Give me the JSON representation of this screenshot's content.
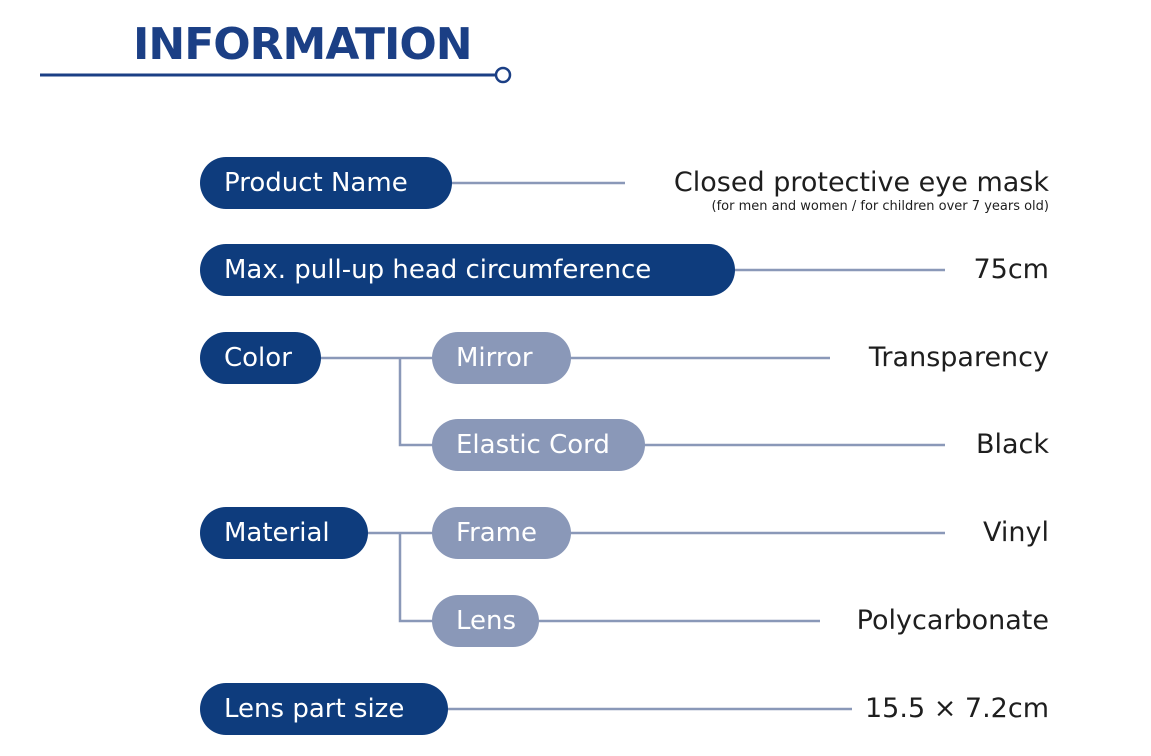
{
  "header": {
    "title": "INFORMATION"
  },
  "colors": {
    "primary": "#0e3c7d",
    "secondary": "#8a98b8",
    "connector": "#8a98b8",
    "text": "#1e1e1e",
    "title": "#1b3f85"
  },
  "rows": {
    "product_name": {
      "label": "Product Name",
      "value": "Closed protective eye mask",
      "note": "(for men and women / for children over 7 years old)"
    },
    "head_circumference": {
      "label": "Max. pull-up head circumference",
      "value": "75cm"
    },
    "color": {
      "label": "Color",
      "mirror": {
        "label": "Mirror",
        "value": "Transparency"
      },
      "elastic_cord": {
        "label": "Elastic Cord",
        "value": "Black"
      }
    },
    "material": {
      "label": "Material",
      "frame": {
        "label": "Frame",
        "value": "Vinyl"
      },
      "lens": {
        "label": "Lens",
        "value": "Polycarbonate"
      }
    },
    "lens_size": {
      "label": "Lens part size",
      "value": "15.5 × 7.2cm"
    }
  }
}
